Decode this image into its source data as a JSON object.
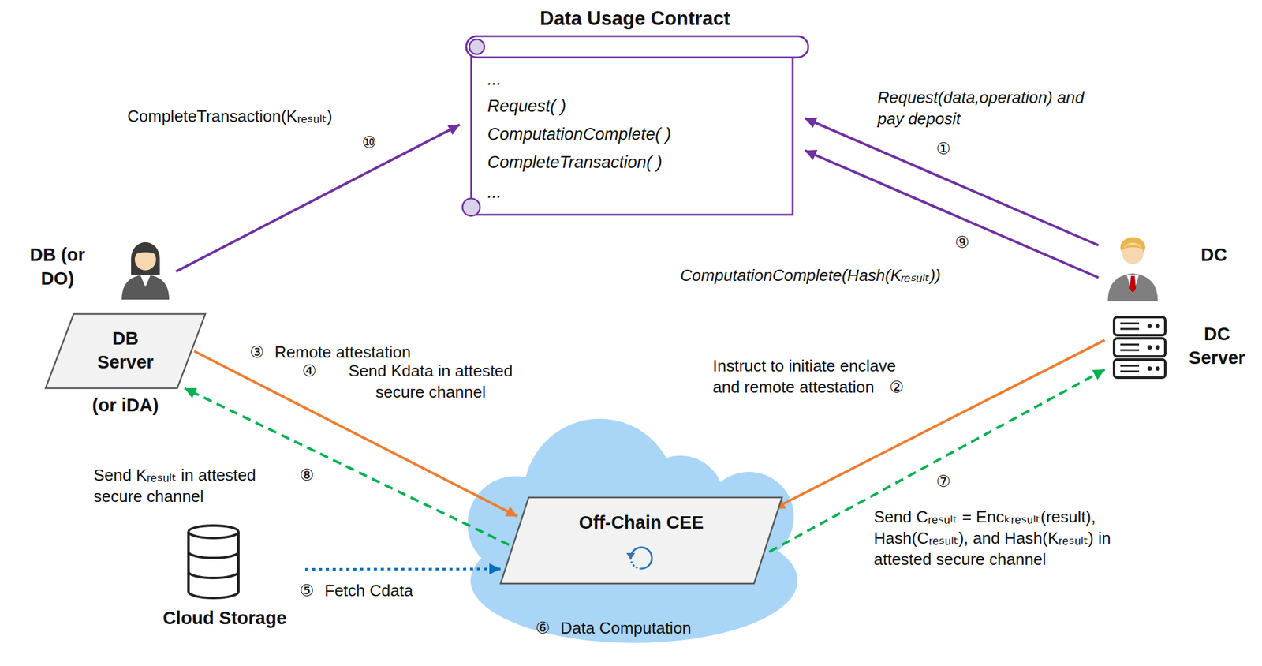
{
  "diagram": {
    "nodes": [
      {
        "text": [
          "Data Usage Contract",
          "...",
          "Request( )",
          "ComputationComplete( )",
          "CompleteTransaction( )",
          "..."
        ]
      },
      {
        "text": [
          "DB (or DO)"
        ]
      },
      {
        "text": [
          "DC"
        ]
      },
      {
        "text": [
          "DB Server",
          "(or iDA)"
        ]
      },
      {
        "text": [
          "DC Server"
        ]
      },
      {
        "text": [
          "Off-Chain CEE"
        ]
      },
      {
        "text": [
          "Cloud Storage"
        ]
      }
    ],
    "edges": [
      {
        "from": 2,
        "to": 0,
        "arrow": "to",
        "label": "Request(data,operation) and pay deposit"
      },
      {
        "from": 2,
        "to": 0,
        "arrow": "to",
        "label": "ComputationComplete(Hash(Kᵣₑₛᵤₗₜ))"
      },
      {
        "from": 1,
        "to": 0,
        "arrow": "to",
        "label": "CompleteTransaction(Kᵣₑₛᵤₗₜ)"
      },
      {
        "from": 4,
        "to": 5,
        "arrow": "to",
        "label": "Instruct to initiate enclave and remote attestation"
      },
      {
        "from": 3,
        "to": 5,
        "arrow": "to",
        "label": "Remote attestation"
      },
      {
        "from": 5,
        "to": 3,
        "arrow": "to",
        "label": "Send Kᵣₑₛᵤₗₜ in attested secure channel"
      },
      {
        "from": 5,
        "to": 4,
        "arrow": "to",
        "label": "Send Cᵣₑₛᵤₗₜ = Encₖᵣₑₛᵤₗₜ(result), Hash(Cᵣₑₛᵤₗₜ), and Hash(Kᵣₑₛᵤₗₜ) in attested secure channel"
      },
      {
        "from": 6,
        "to": 5,
        "arrow": "to",
        "label": "Fetch Cdata"
      }
    ],
    "labels": [
      "①",
      "②",
      "③",
      "④",
      "⑤",
      "⑥",
      "⑦",
      "⑧",
      "⑨",
      "⑩",
      "Send Kdata in attested secure channel",
      "Data Computation"
    ]
  }
}
